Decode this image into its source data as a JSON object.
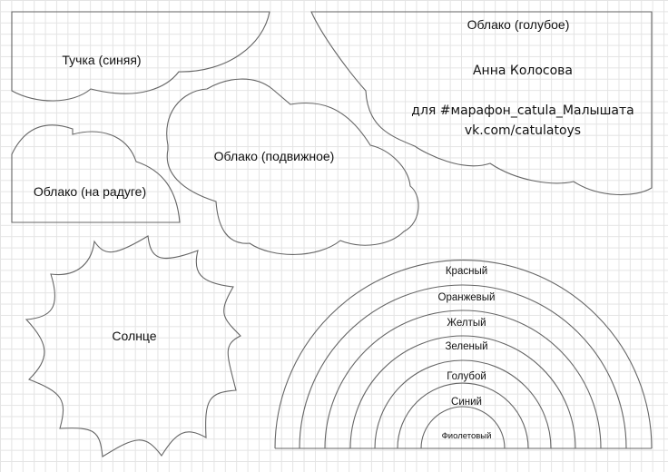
{
  "shapes": {
    "tuchka": {
      "label": "Тучка (синяя)"
    },
    "oblako_raduga": {
      "label": "Облако (на радуге)"
    },
    "oblako_podvizhnoe": {
      "label": "Облако (подвижное)"
    },
    "oblako_goluboe": {
      "label": "Облако (голубое)"
    },
    "solntse": {
      "label": "Солнце"
    }
  },
  "credits": {
    "author": "Анна Колосова",
    "hashtag": "для #марафон_catula_Малышата",
    "link": "vk.com/catulatoys"
  },
  "rainbow": {
    "bands": [
      {
        "label": "Красный"
      },
      {
        "label": "Оранжевый"
      },
      {
        "label": "Желтый"
      },
      {
        "label": "Зеленый"
      },
      {
        "label": "Голубой"
      },
      {
        "label": "Синий"
      },
      {
        "label": "Фиолетовый"
      }
    ]
  },
  "colors": {
    "outline": "#666666",
    "grid": "#e4e4e4",
    "background": "#ffffff"
  }
}
